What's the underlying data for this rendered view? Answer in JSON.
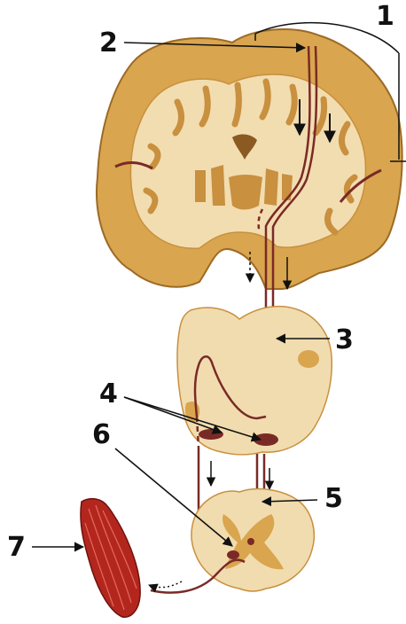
{
  "labels": {
    "l1": "1",
    "l2": "2",
    "l3": "3",
    "l4": "4",
    "l5": "5",
    "l6": "6",
    "l7": "7"
  },
  "colors": {
    "cortex": "#d9a54e",
    "cortex_outline": "#9c6a26",
    "white_matter": "#f2ddb0",
    "brainstem": "#f1dcaf",
    "grey_matter": "#c8903f",
    "tract": "#7a2a26",
    "muscle": "#b3261e",
    "arrow": "#111111"
  }
}
